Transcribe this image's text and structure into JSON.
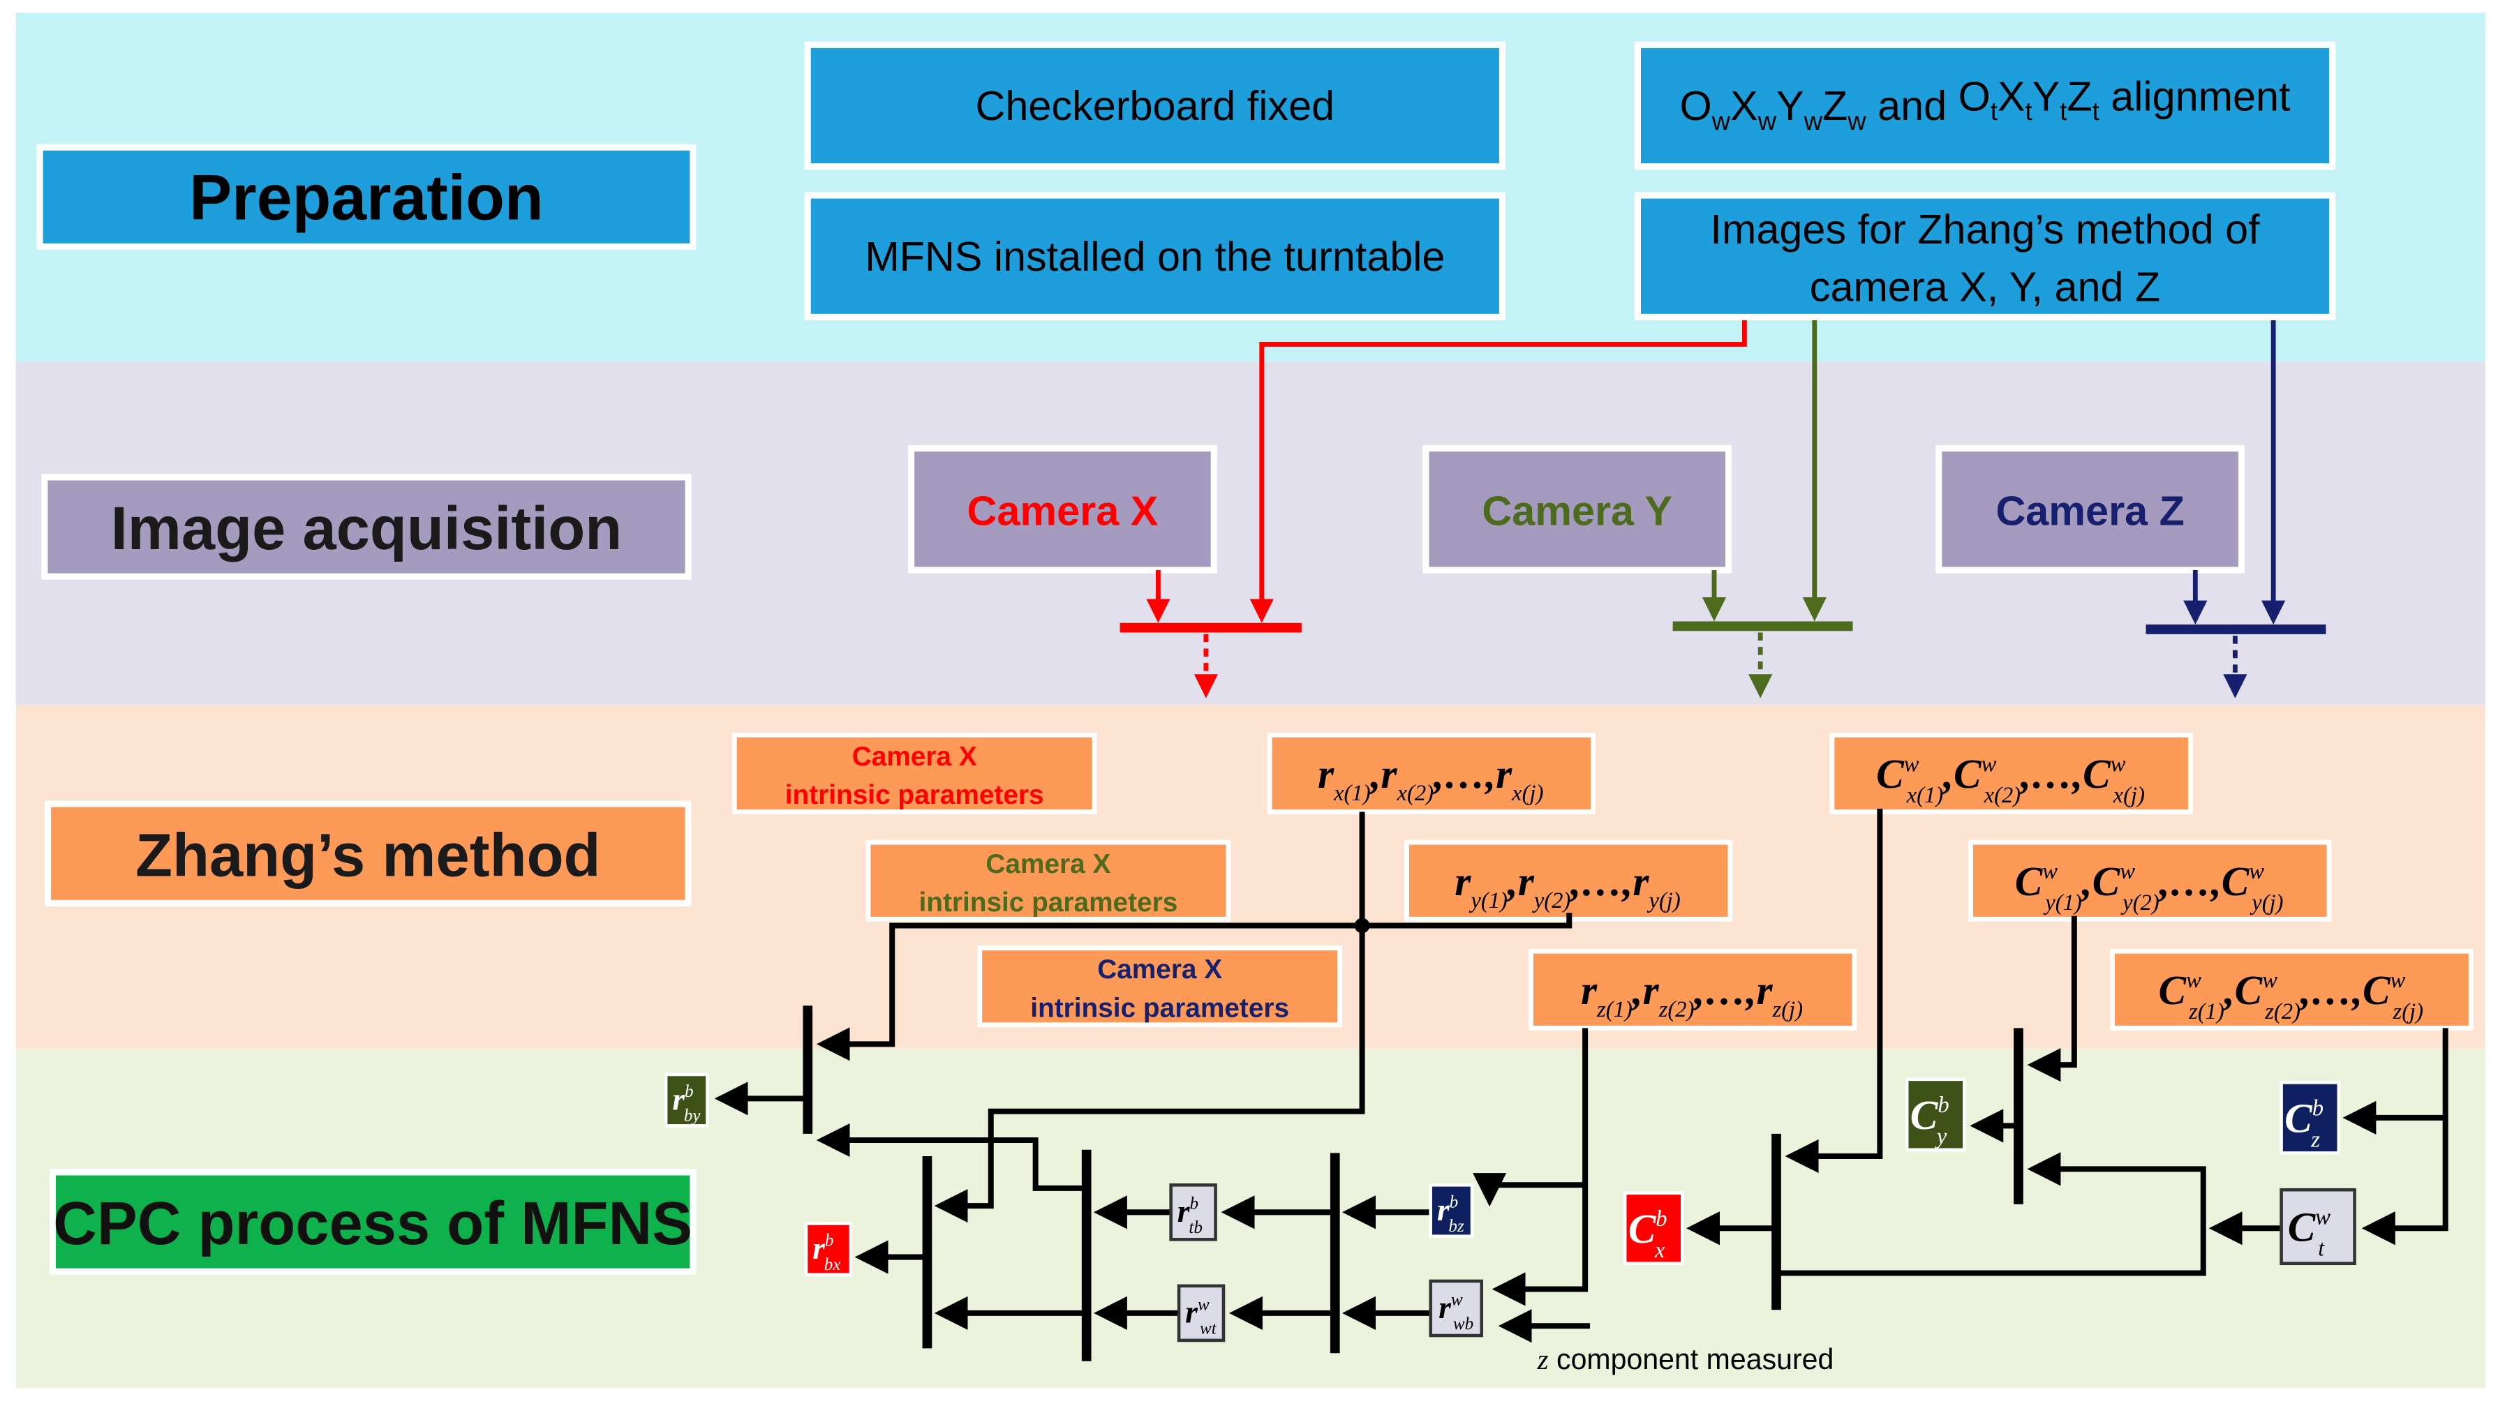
{
  "colors": {
    "band_preparation": "#c4f3f7",
    "band_acquisition": "#e1e0ec",
    "band_zhang": "#fde3d2",
    "band_cpc": "#ebf3dc",
    "blue_box": "#1e9fdb",
    "purple_box": "#a59bbe",
    "orange_box": "#fe9a58",
    "green_box": "#0eb14c",
    "camera_x": "#ff0000",
    "camera_y": "#4d6b1c",
    "camera_z": "#17206e",
    "olive_fill": "#3e5217",
    "navy_fill": "#0f2060",
    "grey_fill": "#dcdbe8"
  },
  "stages": {
    "preparation": "Preparation",
    "acquisition": "Image acquisition",
    "zhang": "Zhang’s method",
    "cpc": "CPC process of MFNS"
  },
  "preparation": {
    "checkerboard": "Checkerboard fixed",
    "mfns": "MFNS installed on the turntable",
    "alignment": {
      "frame_w": [
        [
          "O",
          "w"
        ],
        [
          "X",
          "w"
        ],
        [
          "Y",
          "w"
        ],
        [
          "Z",
          "w"
        ]
      ],
      "and": " and ",
      "frame_t": [
        [
          "O",
          "t"
        ],
        [
          "X",
          "t"
        ],
        [
          "Y",
          "t"
        ],
        [
          "Z",
          "t"
        ]
      ],
      "suffix": " alignment"
    },
    "images_line1": "Images for Zhang’s method of",
    "images_line2": "camera X, Y, and Z"
  },
  "cameras": {
    "x": "Camera X",
    "y": "Camera Y",
    "z": "Camera Z"
  },
  "intrinsics": [
    {
      "line1": "Camera X",
      "line2": "intrinsic parameters"
    },
    {
      "line1": "Camera X",
      "line2": "intrinsic parameters"
    },
    {
      "line1": "Camera X",
      "line2": "intrinsic parameters"
    }
  ],
  "math": {
    "separator": ",",
    "ellipsis": "…,",
    "r_x": [
      {
        "base": "r",
        "sub": "x(1)"
      },
      {
        "base": "r",
        "sub": "x(2)"
      },
      {
        "base": "r",
        "sub": "x(j)"
      }
    ],
    "r_y": [
      {
        "base": "r",
        "sub": "y(1)"
      },
      {
        "base": "r",
        "sub": "y(2)"
      },
      {
        "base": "r",
        "sub": "y(j)"
      }
    ],
    "r_z": [
      {
        "base": "r",
        "sub": "z(1)"
      },
      {
        "base": "r",
        "sub": "z(2)"
      },
      {
        "base": "r",
        "sub": "z(j)"
      }
    ],
    "C_x": [
      {
        "base": "C",
        "sup": "w",
        "sub": "x(1)"
      },
      {
        "base": "C",
        "sup": "w",
        "sub": "x(2)"
      },
      {
        "base": "C",
        "sup": "w",
        "sub": "x(j)"
      }
    ],
    "C_y": [
      {
        "base": "C",
        "sup": "w",
        "sub": "y(1)"
      },
      {
        "base": "C",
        "sup": "w",
        "sub": "y(2)"
      },
      {
        "base": "C",
        "sup": "w",
        "sub": "y(j)"
      }
    ],
    "C_z": [
      {
        "base": "C",
        "sup": "w",
        "sub": "z(1)"
      },
      {
        "base": "C",
        "sup": "w",
        "sub": "z(2)"
      },
      {
        "base": "C",
        "sup": "w",
        "sub": "z(j)"
      }
    ]
  },
  "nodes": {
    "r_by": {
      "base": "r",
      "sup": "b",
      "sub": "by"
    },
    "r_bx": {
      "base": "r",
      "sup": "b",
      "sub": "bx"
    },
    "r_tb": {
      "base": "r",
      "sup": "b",
      "sub": "tb"
    },
    "r_wt": {
      "base": "r",
      "sup": "w",
      "sub": "wt"
    },
    "r_bz": {
      "base": "r",
      "sup": "b",
      "sub": "bz"
    },
    "r_wb": {
      "base": "r",
      "sup": "w",
      "sub": "wb"
    },
    "C_xb": {
      "base": "C",
      "sup": "b",
      "sub": "x"
    },
    "C_yb": {
      "base": "C",
      "sup": "b",
      "sub": "y"
    },
    "C_zb": {
      "base": "C",
      "sup": "b",
      "sub": "z"
    },
    "C_tw": {
      "base": "C",
      "sup": "w",
      "sub": "t"
    }
  },
  "z_note": {
    "var": "z",
    "text": " component measured"
  }
}
